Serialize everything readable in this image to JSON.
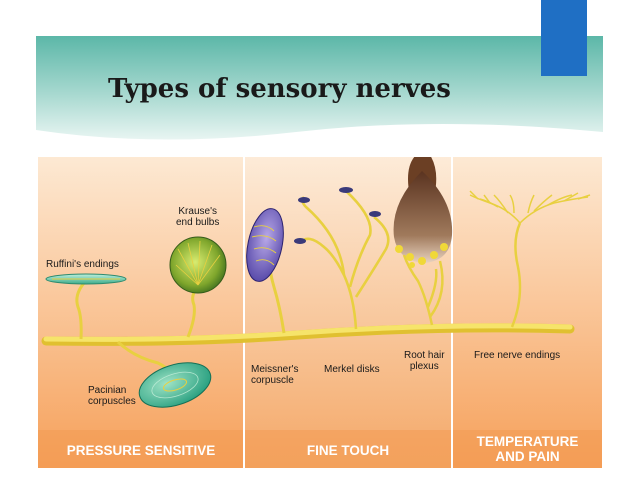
{
  "title": "Types of sensory nerves",
  "labels": {
    "krause": [
      "Krause's",
      "end bulbs"
    ],
    "ruffini": [
      "Ruffini's endings"
    ],
    "pacinian": [
      "Pacinian",
      "corpuscles"
    ],
    "meissner": [
      "Meissner's",
      "corpuscle"
    ],
    "merkel": [
      "Merkel disks"
    ],
    "root_hair": [
      "Root hair",
      "plexus"
    ],
    "free_nerve": [
      "Free nerve endings"
    ]
  },
  "categories": {
    "pressure": "PRESSURE SENSITIVE",
    "fine_touch": "FINE TOUCH",
    "temperature": [
      "TEMPERATURE",
      "AND PAIN"
    ]
  },
  "colors": {
    "accent_blue": "#1f6fc4",
    "nerve_yellow": "#f0dc4c",
    "panel_orange": "#f6a863"
  }
}
